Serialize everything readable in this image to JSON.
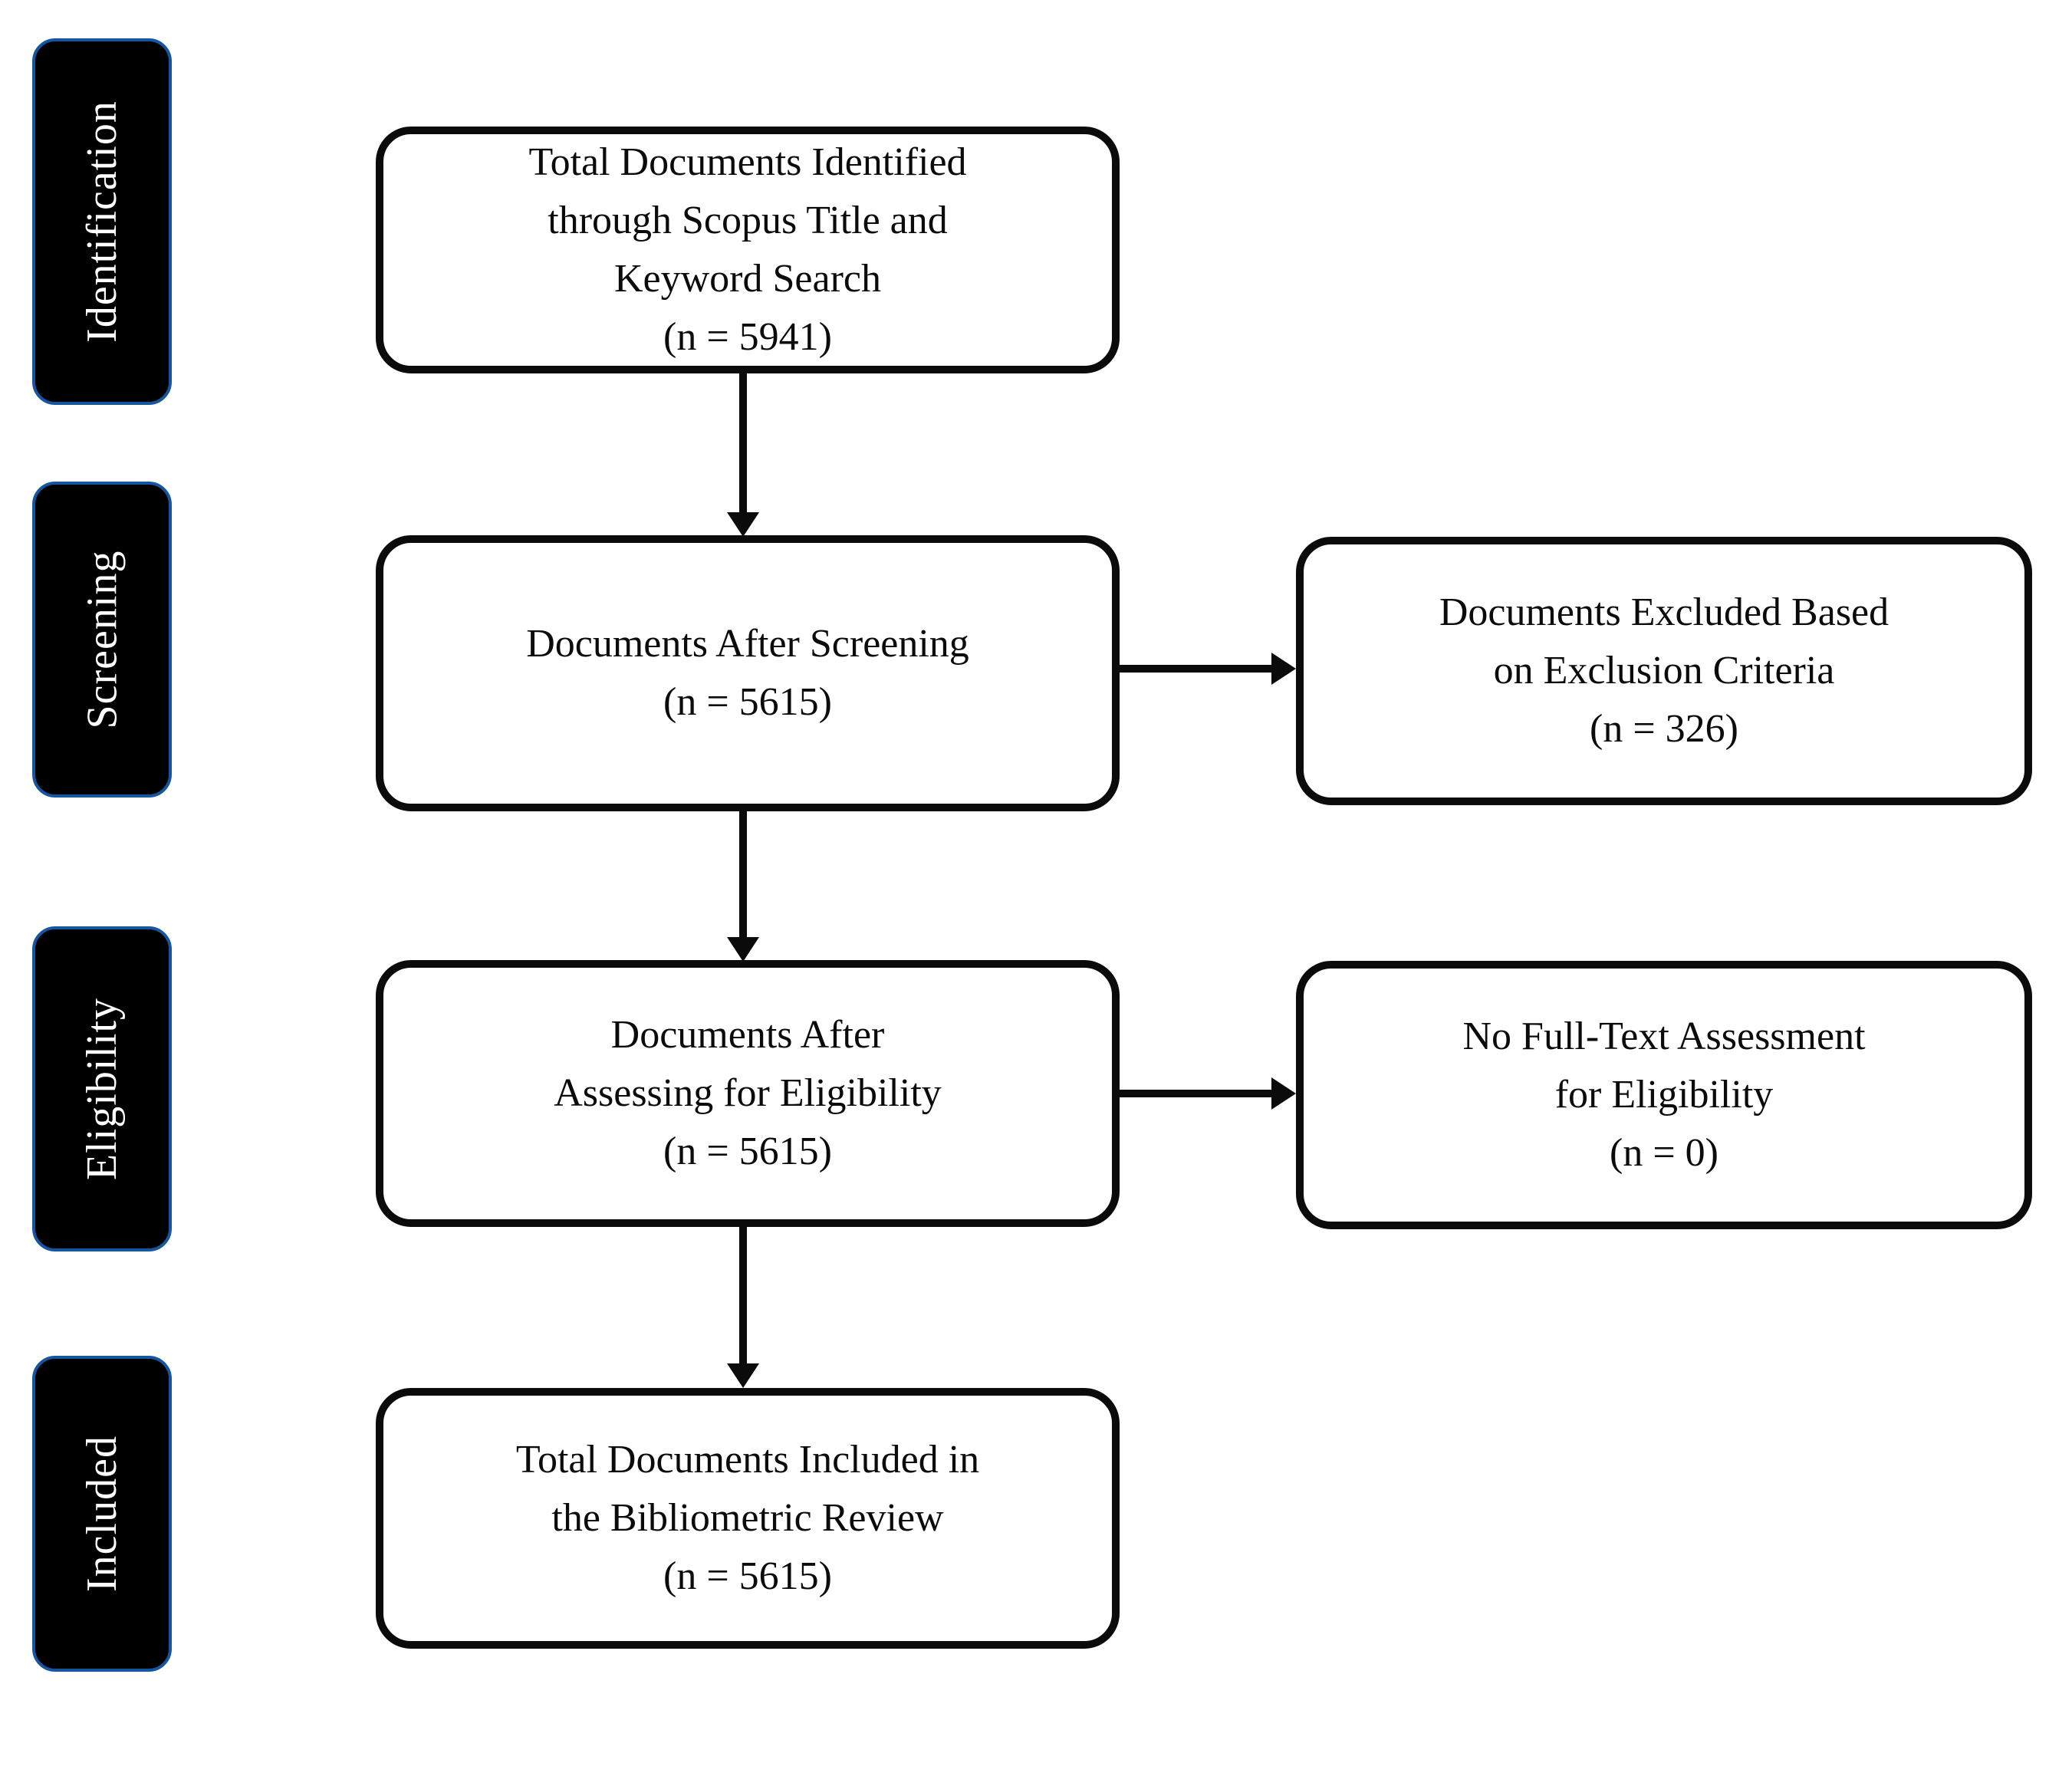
{
  "stages": [
    {
      "label": "Identification"
    },
    {
      "label": "Screening"
    },
    {
      "label": "Eligibility"
    },
    {
      "label": "Included"
    }
  ],
  "boxes": {
    "identified": "Total Documents Identified\nthrough Scopus Title and\nKeyword Search\n(n = 5941)",
    "screened": "Documents After Screening\n(n = 5615)",
    "assessed": "Documents After\nAssessing for Eligibility\n(n = 5615)",
    "included": "Total Documents Included in\nthe Bibliometric Review\n(n = 5615)",
    "excluded": "Documents Excluded Based\non Exclusion Criteria\n(n = 326)",
    "no_fulltext": "No Full-Text Assessment\nfor Eligibility\n(n = 0)"
  },
  "colors": {
    "background": "#ffffff",
    "box_border": "#0b0b0b",
    "box_text": "#0b0b0b",
    "stage_bg": "#000000",
    "stage_border": "#1456a0",
    "stage_text": "#ffffff",
    "arrow": "#0b0b0b"
  }
}
